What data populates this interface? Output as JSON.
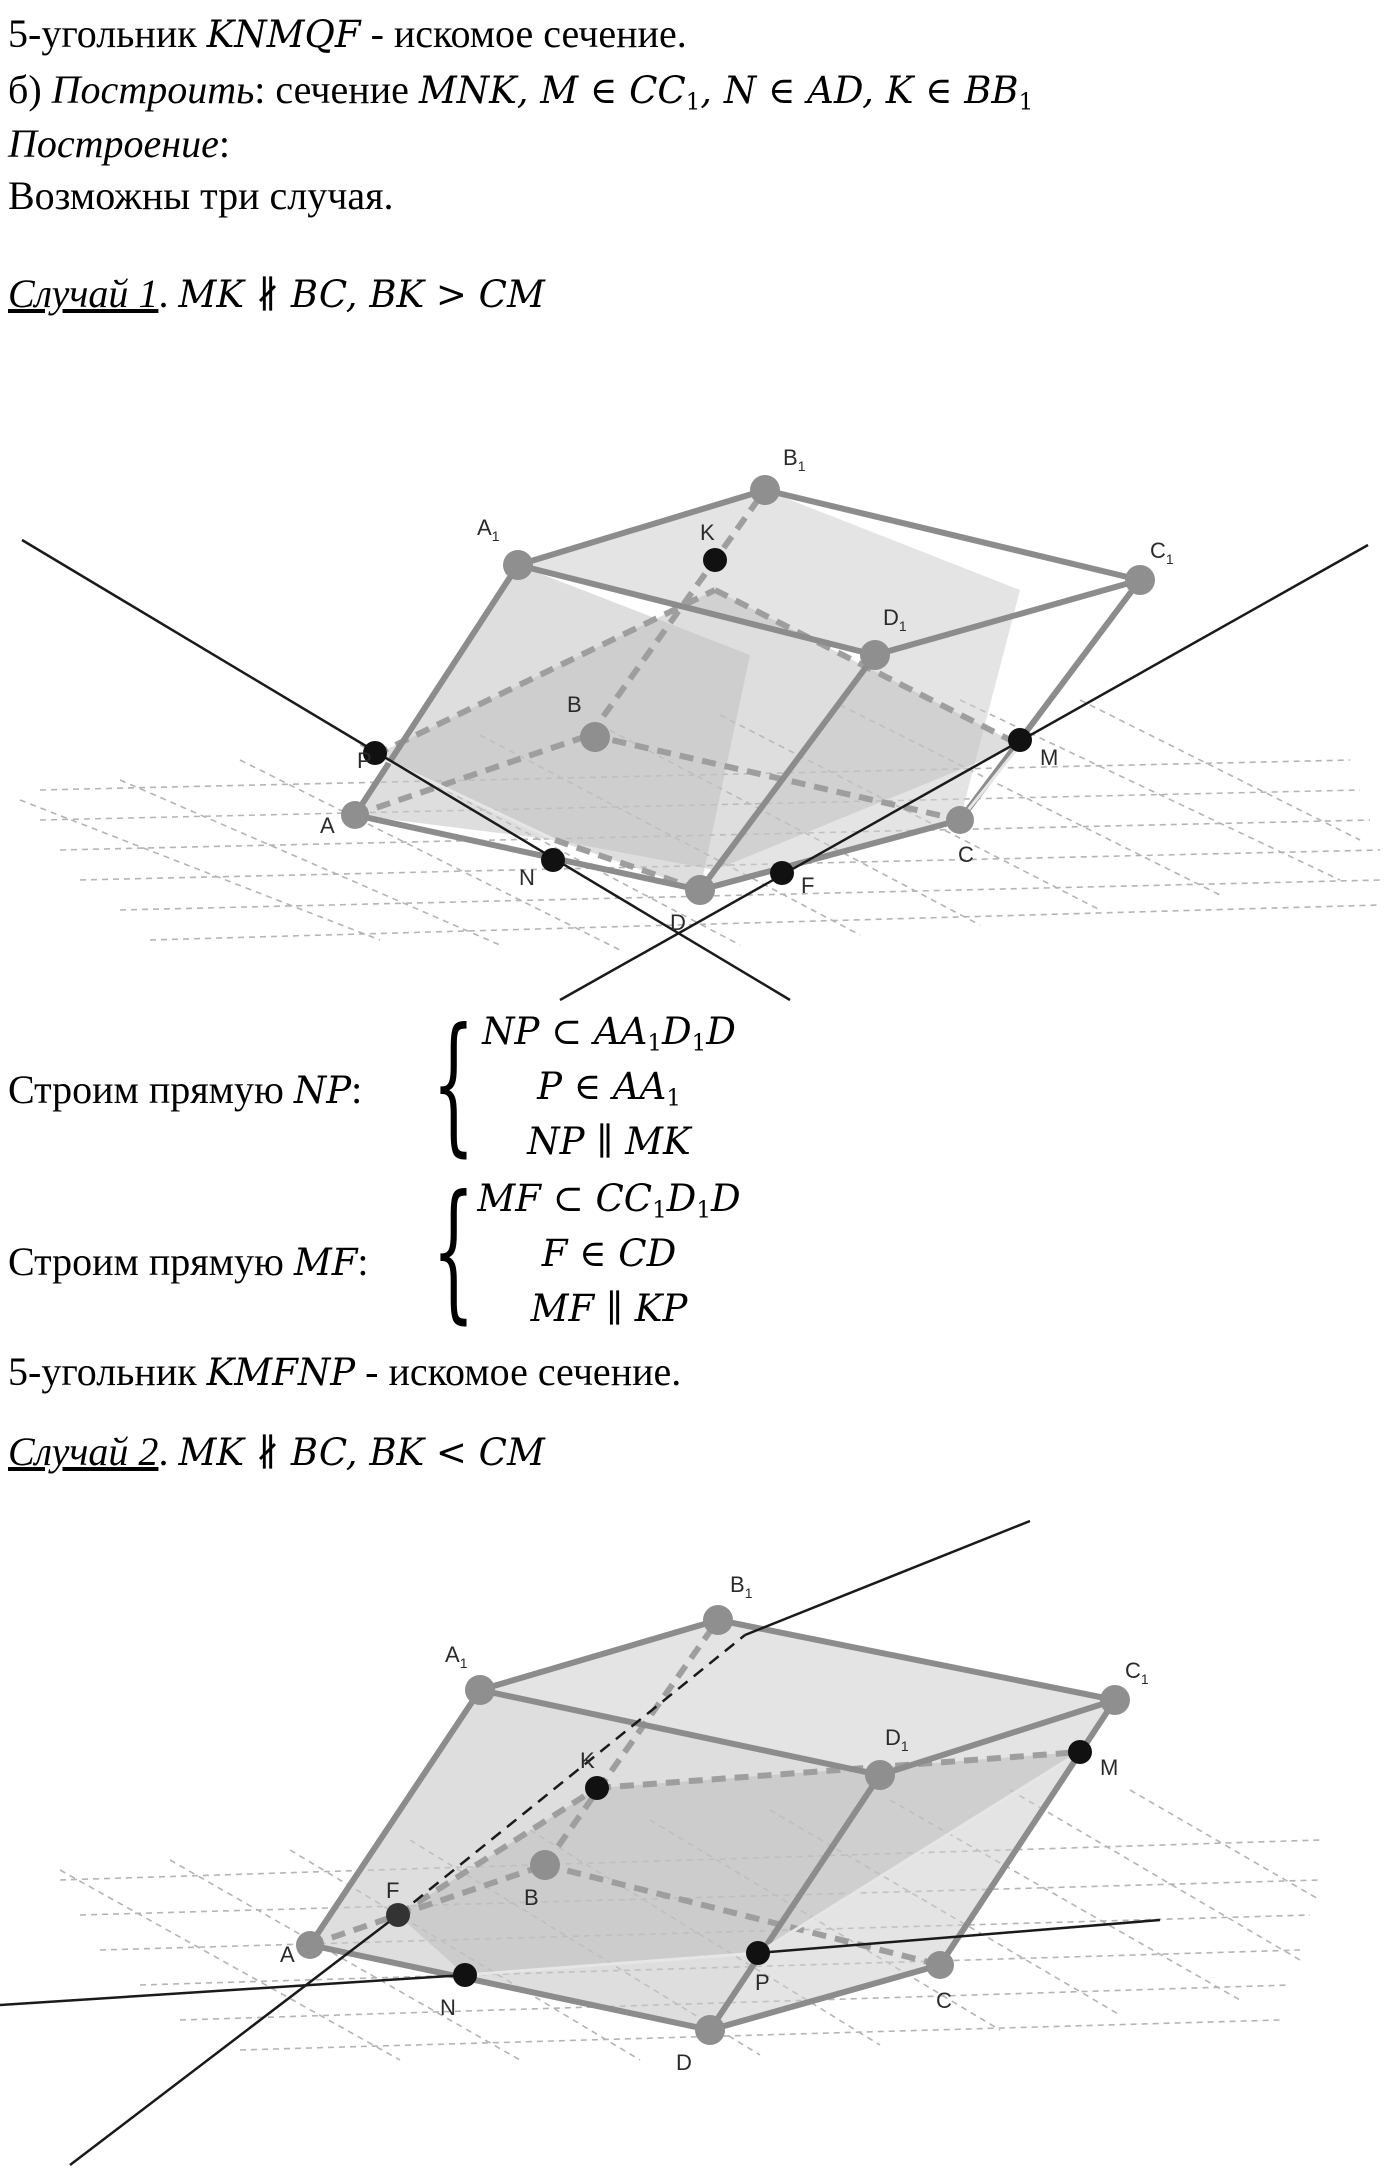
{
  "lines": {
    "l1": {
      "pre": "5-угольник ",
      "math": "KNMQF",
      "post": " - искомое сечение."
    },
    "l2": {
      "pre": "б) ",
      "ital": "Построить",
      "mid": ": сечение ",
      "m1": "MNK, M ∈ CC",
      "s1": "1",
      "m2": ", N ∈ AD, K ∈ BB",
      "s2": "1"
    },
    "l3": {
      "ital": "Построение",
      "post": ":"
    },
    "l4": {
      "text": "Возможны три случая."
    },
    "case1": {
      "label": "Случай 1",
      "dot": ". ",
      "math": "MK ∦ BC, BK > CM"
    },
    "sys1": {
      "pre": "Строим прямую ",
      "math": "NP",
      "colon": ":",
      "r1a": "NP ⊂ AA",
      "r1b": "1",
      "r1c": "D",
      "r1d": "1",
      "r1e": "D",
      "r2a": "P ∈ AA",
      "r2b": "1",
      "r3": "NP ∥ MK"
    },
    "sys2": {
      "pre": "Строим прямую ",
      "math": "MF",
      "colon": ":",
      "r1a": "MF ⊂ CC",
      "r1b": "1",
      "r1c": "D",
      "r1d": "1",
      "r1e": "D",
      "r2": "F ∈ CD",
      "r3": "MF ∥ KP"
    },
    "l5": {
      "pre": "5-угольник ",
      "math": "KMFNP",
      "post": " - искомое сечение."
    },
    "case2": {
      "label": "Случай 2",
      "dot": ". ",
      "math": "MK ∦ BC, BK < CM"
    }
  },
  "figure1": {
    "labels": {
      "A": "A",
      "B": "B",
      "C": "C",
      "D": "D",
      "A1": "A",
      "B1": "B",
      "C1": "C",
      "D1": "D",
      "sub": "1",
      "K": "K",
      "M": "M",
      "N": "N",
      "P": "P",
      "F": "F"
    }
  },
  "figure2": {
    "labels": {
      "A": "A",
      "B": "B",
      "C": "C",
      "D": "D",
      "A1": "A",
      "B1": "B",
      "C1": "C",
      "D1": "D",
      "sub": "1",
      "K": "K",
      "M": "M",
      "N": "N",
      "P": "P",
      "F": "F"
    }
  }
}
